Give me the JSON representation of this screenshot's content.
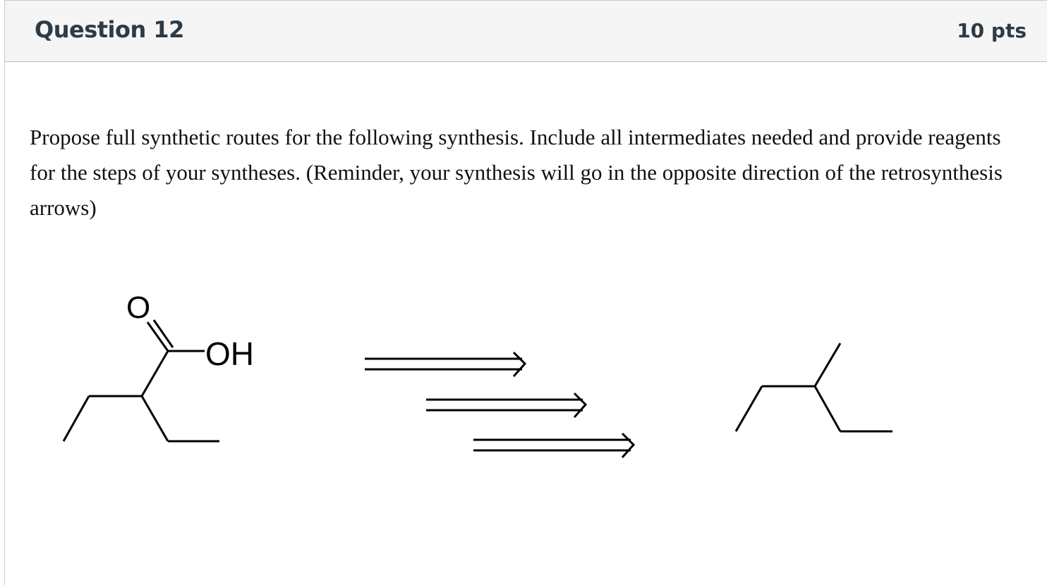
{
  "question": {
    "title": "Question 12",
    "points": "10 pts",
    "prompt": "Propose full synthetic routes for the following synthesis. Include all intermediates needed and provide reagents for the steps of your syntheses. (Reminder, your synthesis will go in the opposite direction of the retrosynthesis arrows)"
  },
  "figure": {
    "target_molecule": {
      "oxygen_label": "O",
      "hydroxyl_label": "OH"
    },
    "retrosynthesis_arrows": 3,
    "starting_material": {}
  },
  "colors": {
    "header_background": "#f5f5f5",
    "header_text": "#2d3b45",
    "border": "#c7cdd1",
    "body_text": "#111111"
  }
}
